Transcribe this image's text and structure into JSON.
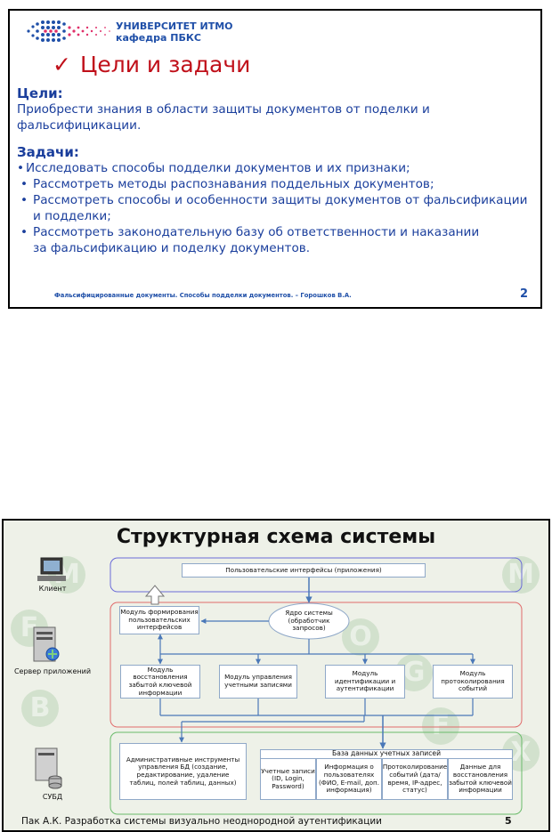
{
  "slide1": {
    "logo_line1": "УНИВЕРСИТЕТ ИТМО",
    "logo_line2": "кафедра ПБКС",
    "title": "Цели и задачи",
    "goals_header": "Цели:",
    "goals_text": "Приобрести знания в области  защиты документов от поделки и фальсифицикации.",
    "tasks_header": "Задачи:",
    "tasks": [
      "Исследовать  способы подделки документов и их признаки;",
      "Рассмотреть  методы распознавания поддельных документов;",
      "Рассмотреть  способы и особенности защиты документов  от фальсификации и подделки;",
      "Рассмотреть законодательную базу  об ответственности и наказании за фальсификацию и поделку  документов."
    ],
    "footer": "Фальсифицированные  документы. Способы подделки документов. – Горошков В.А.",
    "page": "2"
  },
  "slide2": {
    "title": "Структурная схема системы",
    "labels": {
      "client": "Клиент",
      "app_server": "Сервер приложений",
      "dbms": "СУБД"
    },
    "boxes": {
      "ui": "Пользовательские интерфейсы (приложения)",
      "forming": "Модуль формирования пользовательских интерфейсов",
      "core": "Ядро системы (обработчик запросов)",
      "recovery": "Модуль восстановления забытой ключевой информации",
      "accounts_mgmt": "Модуль управления учетными записями",
      "ident": "Модуль идентификации и аутентификации",
      "logging": "Модуль протоколирования событий",
      "admin": "Административные инструменты управления БД (создание, редактирование, удаление таблиц, полей таблиц, данных)",
      "db_header": "База данных учетных записей",
      "db_accounts": "Учетные записи (ID, Login, Password)",
      "db_users": "Информация о пользователях (ФИО, E-mail, доп. информация)",
      "db_events": "Протоколирование событий (дата/время, IP-адрес, статус)",
      "db_recovery": "Данные для восстановления забытой ключевой информации"
    },
    "footer": "Пак А.К. Разработка системы визуально неоднородной аутентификации",
    "page": "5"
  }
}
